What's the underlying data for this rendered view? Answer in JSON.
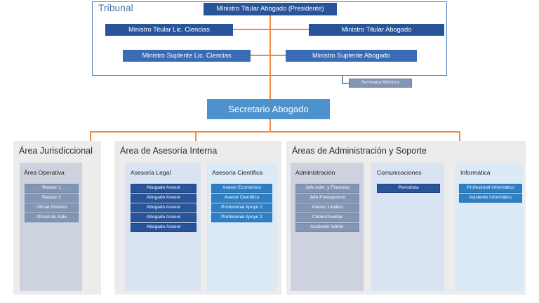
{
  "tribunal": {
    "title": "Tribunal",
    "president": "Ministro Titular Abogado (Presidente)",
    "members": [
      "Ministro Titular Lic. Ciencias",
      "Ministro Titular Abogado",
      "Ministro Suplente Lic. Ciencias",
      "Ministro Suplente Abogado"
    ],
    "secretaria": "Secretaria Ministros"
  },
  "secretario": {
    "label": "Secretario Abogado"
  },
  "areas": [
    {
      "title": "Área Jurisdiccional",
      "groups": [
        {
          "title": "Área Operativa",
          "items": [
            "Relator 1",
            "Relator 2",
            "Oficial Primero",
            "Oficial de Sala"
          ]
        }
      ]
    },
    {
      "title": "Área de Asesoría Interna",
      "groups": [
        {
          "title": "Asesoría Legal",
          "items": [
            "Abogado Asesor",
            "Abogado Asesor",
            "Abogado Asesor",
            "Abogado Asesor",
            "Abogado Asesor"
          ]
        },
        {
          "title": "Asesoría Científica",
          "items": [
            "Asesor Económico",
            "Asesor Científico",
            "Profesional Apoyo 1",
            "Profesional Apoyo 2"
          ]
        }
      ]
    },
    {
      "title": "Áreas de Administración y Soporte",
      "groups": [
        {
          "title": "Administración",
          "items": [
            "Jefe Adm. y Finanzas",
            "Jefe Presupuesto",
            "Asesor Juridico",
            "Chofer/Auxiliar",
            "Asistente Admin."
          ]
        },
        {
          "title": "Comunicaciones",
          "items": [
            "Periodista"
          ]
        },
        {
          "title": "Informática",
          "items": [
            "Profesional Informático",
            "Asistente Informático"
          ]
        }
      ]
    }
  ],
  "colors": {
    "connector_orange": "#ed8b44",
    "connector_blue": "#7892b8",
    "node_dark_blue": "#28559a",
    "node_mid_blue": "#3a6cb5",
    "node_light_blue": "#4e92cd",
    "node_steel": "#8295b2",
    "panel_gray": "#ececec",
    "tint_gray_steel": "#ccd3df",
    "tint_light_blue": "#d9e3f2",
    "tint_pale_blue": "#dceaf6",
    "tribunal_border": "#4f7fbf"
  }
}
